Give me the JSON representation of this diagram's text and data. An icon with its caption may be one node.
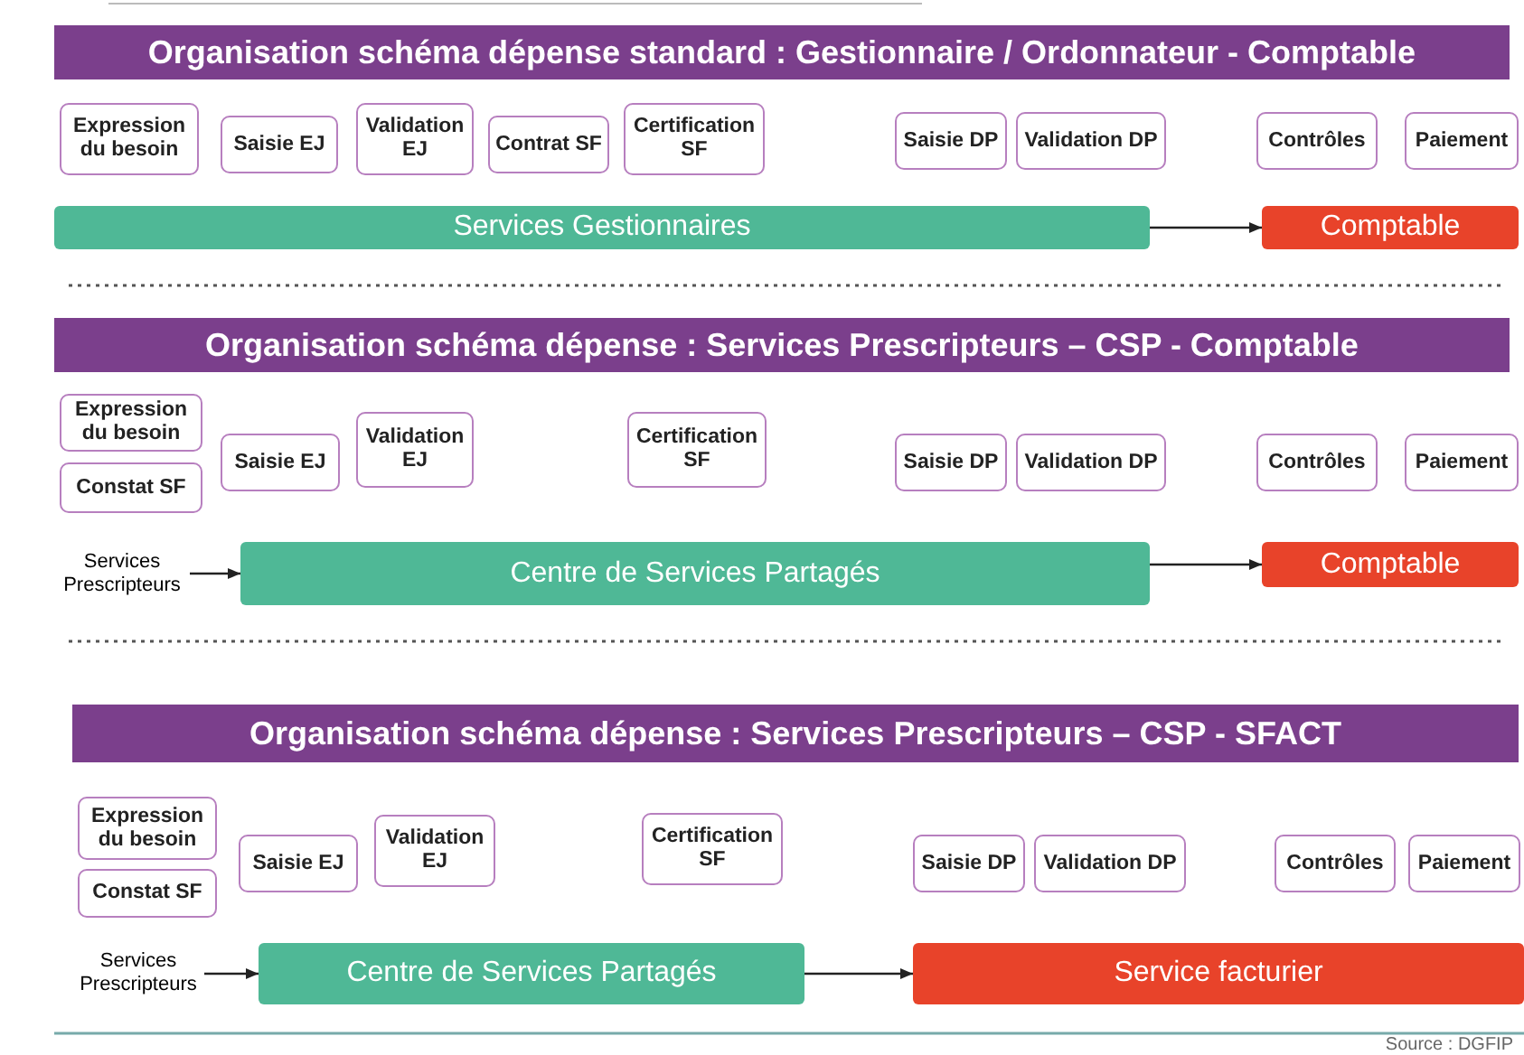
{
  "diagram": {
    "nodes": [
      {
        "text": [
          "Organisation schéma dépense standard : Gestionnaire / Ordonnateur - Comptable"
        ]
      },
      {
        "text": [
          "Expression du besoin"
        ]
      },
      {
        "text": [
          "Saisie EJ"
        ]
      },
      {
        "text": [
          "Validation EJ"
        ]
      },
      {
        "text": [
          "Contrat SF"
        ]
      },
      {
        "text": [
          "Certification SF"
        ]
      },
      {
        "text": [
          "Saisie DP"
        ]
      },
      {
        "text": [
          "Validation DP"
        ]
      },
      {
        "text": [
          "Contrôles"
        ]
      },
      {
        "text": [
          "Paiement"
        ]
      },
      {
        "text": [
          "Services Gestionnaires"
        ]
      },
      {
        "text": [
          "Comptable"
        ]
      },
      {
        "text": [
          "Organisation schéma dépense : Services Prescripteurs – CSP - Comptable"
        ]
      },
      {
        "text": [
          "Expression du besoin"
        ]
      },
      {
        "text": [
          "Constat SF"
        ]
      },
      {
        "text": [
          "Saisie EJ"
        ]
      },
      {
        "text": [
          "Validation EJ"
        ]
      },
      {
        "text": [
          "Certification SF"
        ]
      },
      {
        "text": [
          "Saisie DP"
        ]
      },
      {
        "text": [
          "Validation DP"
        ]
      },
      {
        "text": [
          "Contrôles"
        ]
      },
      {
        "text": [
          "Paiement"
        ]
      },
      {
        "text": [
          "Services Prescripteurs"
        ]
      },
      {
        "text": [
          "Centre de Services Partagés"
        ]
      },
      {
        "text": [
          "Comptable"
        ]
      },
      {
        "text": [
          "Organisation schéma dépense : Services Prescripteurs – CSP - SFACT"
        ]
      },
      {
        "text": [
          "Expression du besoin"
        ]
      },
      {
        "text": [
          "Constat SF"
        ]
      },
      {
        "text": [
          "Saisie EJ"
        ]
      },
      {
        "text": [
          "Validation EJ"
        ]
      },
      {
        "text": [
          "Certification SF"
        ]
      },
      {
        "text": [
          "Saisie DP"
        ]
      },
      {
        "text": [
          "Validation DP"
        ]
      },
      {
        "text": [
          "Contrôles"
        ]
      },
      {
        "text": [
          "Paiement"
        ]
      },
      {
        "text": [
          "Services Prescripteurs"
        ]
      },
      {
        "text": [
          "Centre de Services Partagés"
        ]
      },
      {
        "text": [
          "Service facturier"
        ]
      }
    ],
    "edges": [
      {
        "from": 10,
        "to": 11,
        "arrow": "to"
      },
      {
        "from": 22,
        "to": 23,
        "arrow": "to"
      },
      {
        "from": 23,
        "to": 24,
        "arrow": "to"
      },
      {
        "from": 35,
        "to": 36,
        "arrow": "to"
      },
      {
        "from": 36,
        "to": 37,
        "arrow": "to"
      }
    ],
    "labels": [
      "Source : DGFIP"
    ]
  }
}
